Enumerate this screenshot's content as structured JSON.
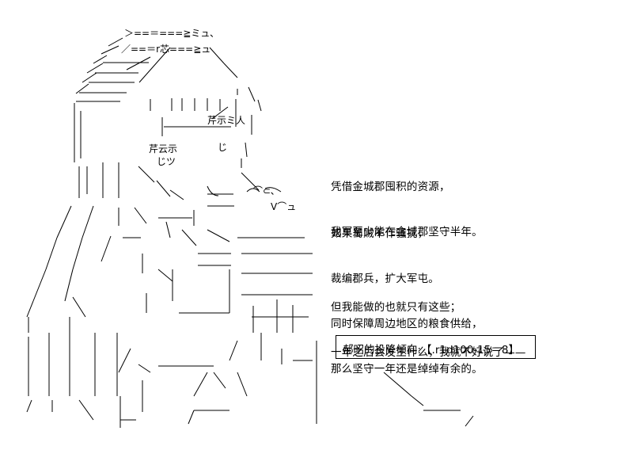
{
  "art": {
    "lines": [
      "＞==＝===≧ミュ､",
      "／==＝r芯===≧ュ",
      "芹示ミ人",
      "芹云示",
      "じツ",
      "じ",
      "V⌒ュ",
      "⌒⊂､"
    ]
  },
  "narration": {
    "paragraph1": [
      "凭借金城郡囤积的资源，",
      "我军至少能在金城郡坚守半年。"
    ],
    "paragraph2": [
      "如果蜀贼不作骚扰，",
      "裁编郡兵，扩大军屯。",
      "同时保障周边地区的粮食供给，",
      "那么坚守一年还是绰绰有余的。"
    ],
    "paragraph3": [
      "但我能做的也就只有这些；",
      "一年之后会发生什么，我就不好说了——"
    ]
  },
  "dice_box": {
    "text": "郝昭的投降倾向:【.r1d100-15＝8】"
  }
}
